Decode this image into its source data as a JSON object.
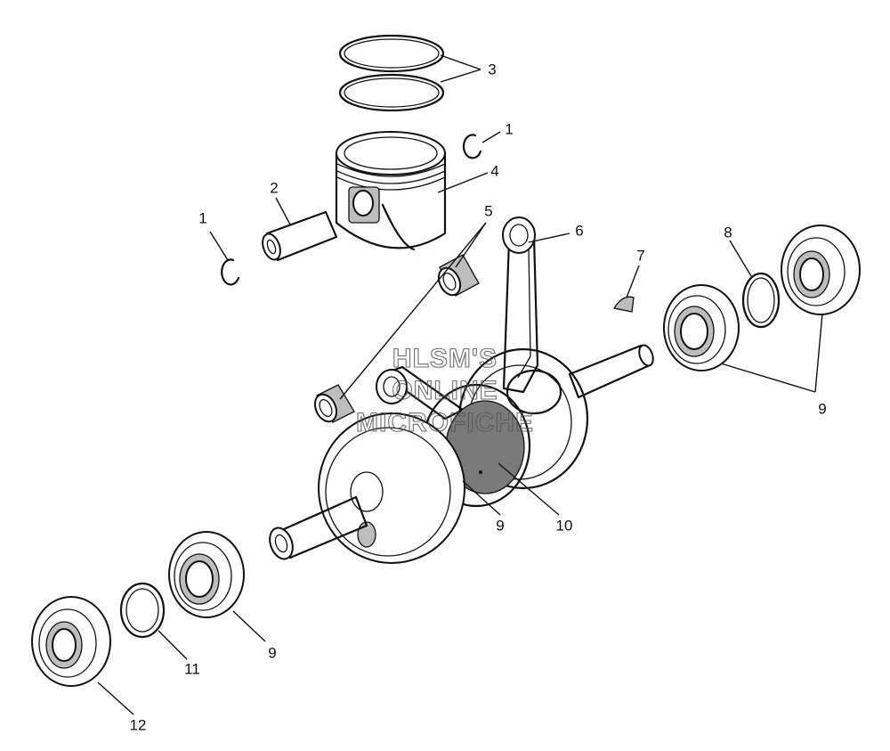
{
  "callouts": {
    "c1a": "1",
    "c1b": "1",
    "c2": "2",
    "c3": "3",
    "c4": "4",
    "c5": "5",
    "c6": "6",
    "c7": "7",
    "c8": "8",
    "c9a": "9",
    "c9b": "9",
    "c9c": "9",
    "c10": "10",
    "c11": "11",
    "c12": "12"
  },
  "watermark": {
    "line1": "HLSM'S",
    "line2": "ONLINE",
    "line3": "MICROFICHE"
  }
}
